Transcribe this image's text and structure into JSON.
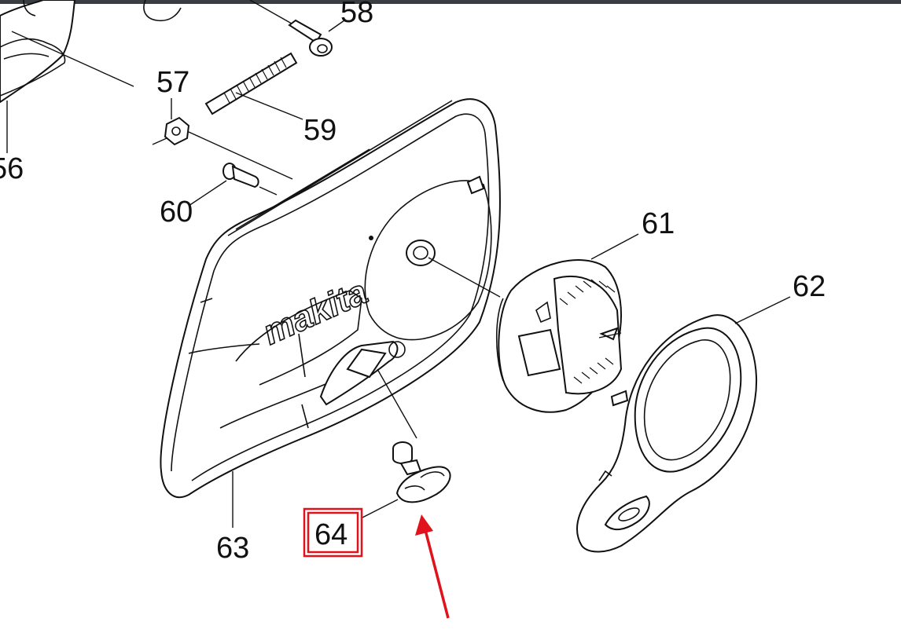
{
  "diagram": {
    "brand": "makita",
    "parts": [
      {
        "number": "56"
      },
      {
        "number": "57"
      },
      {
        "number": "58"
      },
      {
        "number": "59"
      },
      {
        "number": "60"
      },
      {
        "number": "61"
      },
      {
        "number": "62"
      },
      {
        "number": "63"
      },
      {
        "number": "64",
        "highlighted": true
      }
    ],
    "highlight": {
      "part": "64",
      "box_color": "#e0121b",
      "arrow_color": "#e0121b"
    },
    "colors": {
      "line": "#111111",
      "background": "#ffffff",
      "topbar": "#3a3d42"
    }
  }
}
